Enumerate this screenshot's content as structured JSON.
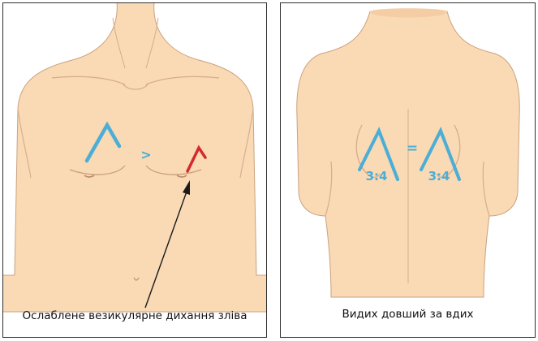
{
  "panels": [
    {
      "view": "chest-front",
      "caption": "Ослаблене везикулярне дихання зліва",
      "comparison_symbol": ">"
    },
    {
      "view": "back",
      "caption": "Видих довший за вдих",
      "comparison_symbol": "=",
      "ratio_left": "3:4",
      "ratio_right": "3:4"
    }
  ],
  "colors": {
    "skin": "#fad9b5",
    "skin_outline": "#caa27f",
    "normal_breath": "#4aaed6",
    "weakened_breath": "#d22b2b",
    "arrow": "#1a1a1a"
  }
}
